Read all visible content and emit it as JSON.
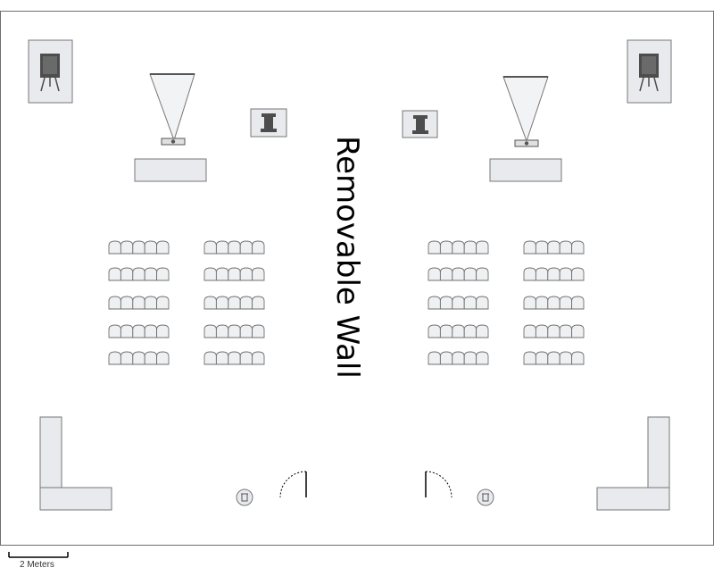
{
  "floorplan": {
    "wall_label": "Removable Wall",
    "scale_label": "2 Meters",
    "colors": {
      "outline": "#6e6e6e",
      "furniture_fill": "#e8eaed",
      "furniture_stroke": "#777777",
      "icon_dark": "#4d4d4d"
    },
    "seating": {
      "blocks": 4,
      "rows_per_block": 5,
      "chairs_per_row": 5
    },
    "icons": {
      "easel": "easel-icon",
      "projector": "projector-icon",
      "podium": "podium-icon",
      "trash": "trash-can-icon",
      "door": "door-swing-icon"
    }
  }
}
